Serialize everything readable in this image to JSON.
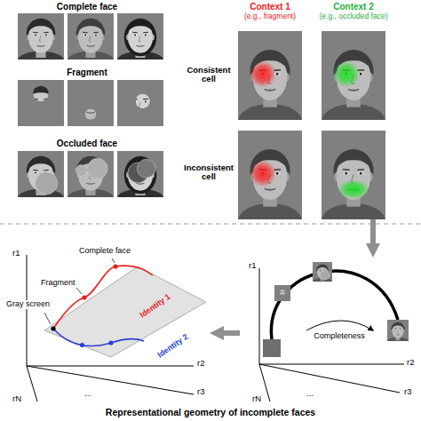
{
  "diagram": {
    "caption": "Representational geometry of incomplete faces",
    "nodes": [
      {
        "text": [
          "Context 1",
          "(e.g., fragment)",
          "Context 2",
          "(e.g., occluded face)",
          "Consistent cell",
          "Inconsistent cell"
        ]
      },
      {
        "text": [
          "r1",
          "r2",
          "r3",
          "rN",
          "...",
          "Completeness"
        ]
      },
      {
        "text": [
          "Complete face",
          "Fragment",
          "Gray screen",
          "Identity 1",
          "Identity 2",
          "r1",
          "r2",
          "r3",
          "rN",
          "..."
        ]
      }
    ],
    "edges": [
      {
        "from": 0,
        "to": 1,
        "arrow": "to"
      },
      {
        "from": 1,
        "to": 2,
        "arrow": "to"
      }
    ],
    "labels": [
      "Complete face",
      "Fragment",
      "Occluded face"
    ]
  }
}
